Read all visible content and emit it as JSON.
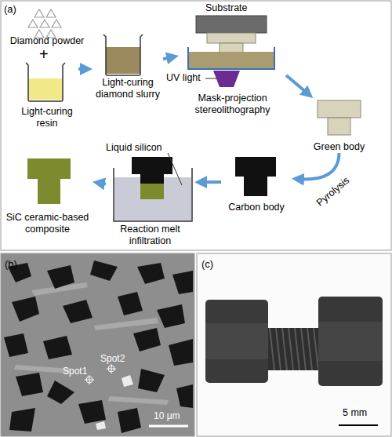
{
  "diagram": {
    "nodes": [
      {
        "text": [
          "Diamond powder"
        ]
      },
      {
        "text": [
          "Light-curing resin"
        ]
      },
      {
        "text": [
          "Light-curing diamond slurry"
        ]
      },
      {
        "text": [
          "Mask-projection stereolithography"
        ]
      },
      {
        "text": [
          "Green body"
        ]
      },
      {
        "text": [
          "Carbon body"
        ]
      },
      {
        "text": [
          "Reaction melt infiltration"
        ]
      },
      {
        "text": [
          "SiC ceramic-based composite"
        ]
      }
    ],
    "edges": [
      {
        "from": 1,
        "to": 2,
        "arrow": "to"
      },
      {
        "from": 2,
        "to": 3,
        "arrow": "to"
      },
      {
        "from": 3,
        "to": 4,
        "arrow": "to"
      },
      {
        "from": 4,
        "to": 5,
        "label": "Pyrolysis",
        "arrow": "to"
      },
      {
        "from": 5,
        "to": 6,
        "arrow": "to"
      },
      {
        "from": 6,
        "to": 7,
        "arrow": "to"
      }
    ],
    "labels": [
      "(a)",
      "+",
      "Substrate",
      "UV light",
      "Liquid silicon",
      "(b)",
      "Spot2",
      "Spot1",
      "10 μm",
      "(c)",
      "5 mm"
    ]
  }
}
